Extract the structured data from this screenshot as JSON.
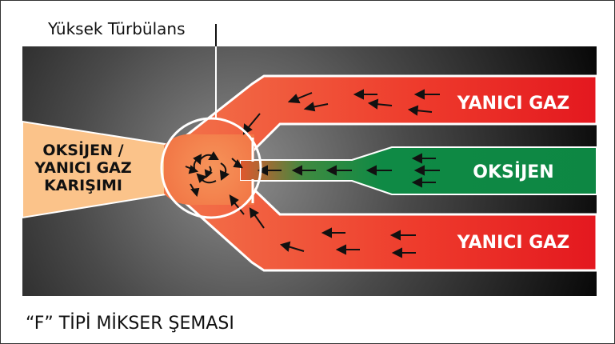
{
  "turbulence_label": "Yüksek Türbülans",
  "inlets": {
    "top_gas": "YANICI GAZ",
    "oxygen": "OKSİJEN",
    "bottom_gas": "YANICI GAZ"
  },
  "mixture_label": {
    "line1": "OKSİJEN /",
    "line2": "YANICI GAZ",
    "line3": "KARIŞIMI"
  },
  "caption": "“F” TİPİ MİKSER ŞEMASI",
  "colors": {
    "fuel_red": "#e8202a",
    "fuel_orange": "#f15a2b",
    "oxygen_green": "#0f8a45",
    "mixture_peach": "#fbc38a",
    "background_dark": "#111111"
  }
}
